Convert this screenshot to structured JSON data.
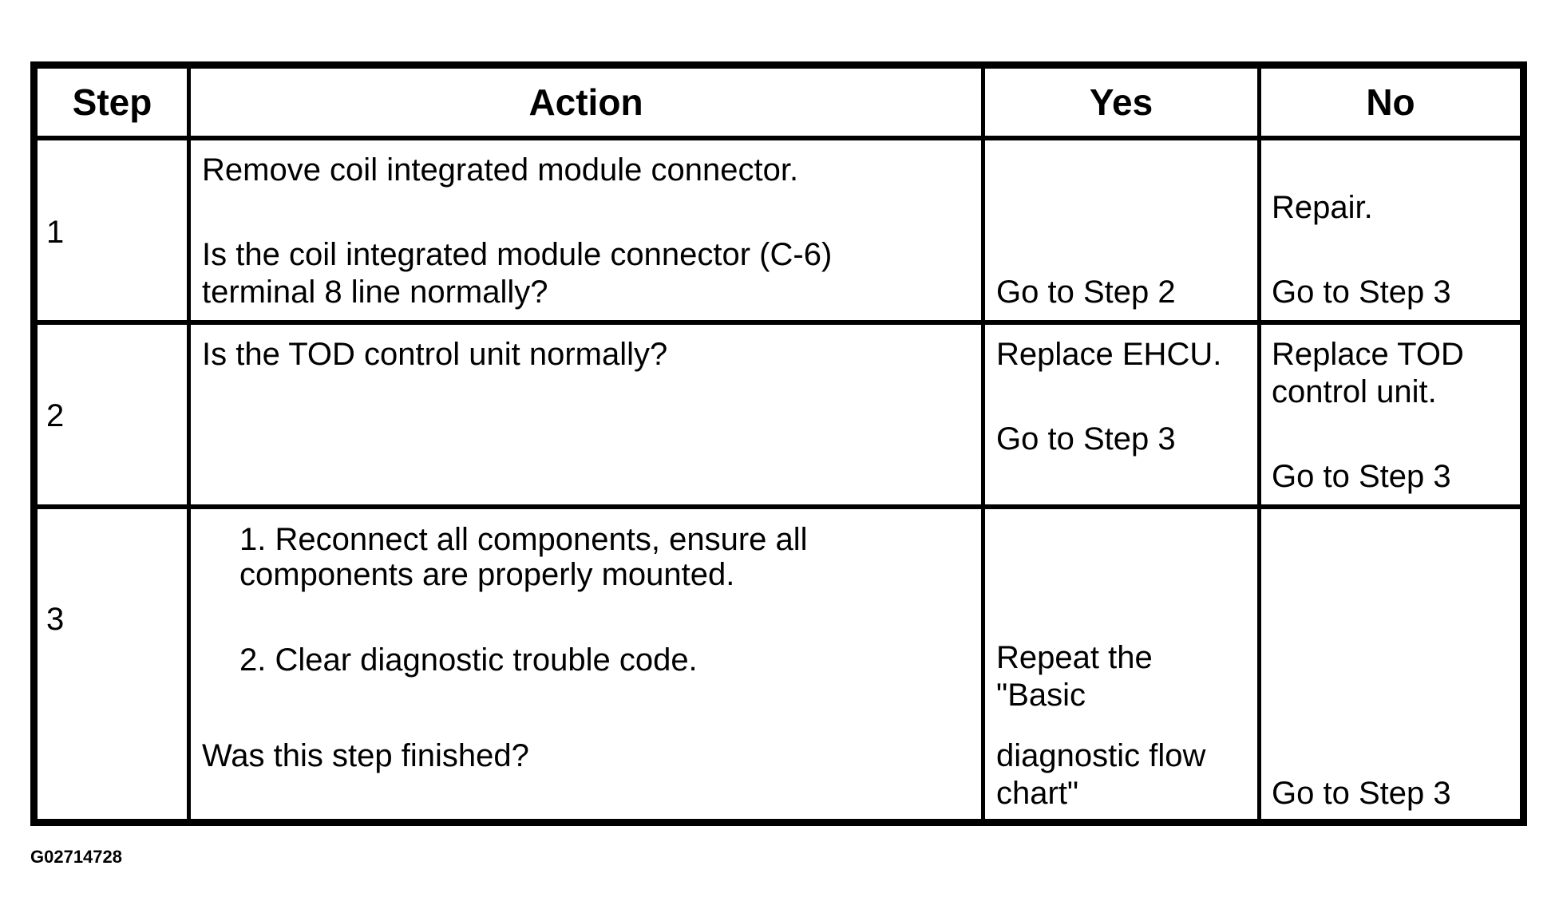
{
  "table": {
    "headers": {
      "step": "Step",
      "action": "Action",
      "yes": "Yes",
      "no": "No"
    },
    "rows": [
      {
        "step": "1",
        "action": [
          "Remove coil integrated module connector.",
          "Is the coil integrated module connector (C-6)",
          "terminal 8 line normally?"
        ],
        "yes": [
          "Go to Step 2"
        ],
        "no": [
          "Repair.",
          "Go to Step 3"
        ]
      },
      {
        "step": "2",
        "action": [
          "Is the TOD control unit normally?"
        ],
        "yes": [
          "Replace EHCU.",
          "Go to Step 3"
        ],
        "no": [
          "Replace TOD",
          "control unit.",
          "Go to Step 3"
        ]
      },
      {
        "step": "3",
        "action": [
          "1. Reconnect all components, ensure all",
          "components are properly mounted.",
          "2. Clear diagnostic trouble code.",
          "Was this step finished?"
        ],
        "yes": [
          "Repeat the",
          "\"Basic",
          "diagnostic flow",
          "chart\""
        ],
        "no": [
          "Go to Step 3"
        ]
      }
    ]
  },
  "figure_ref": "G02714728"
}
